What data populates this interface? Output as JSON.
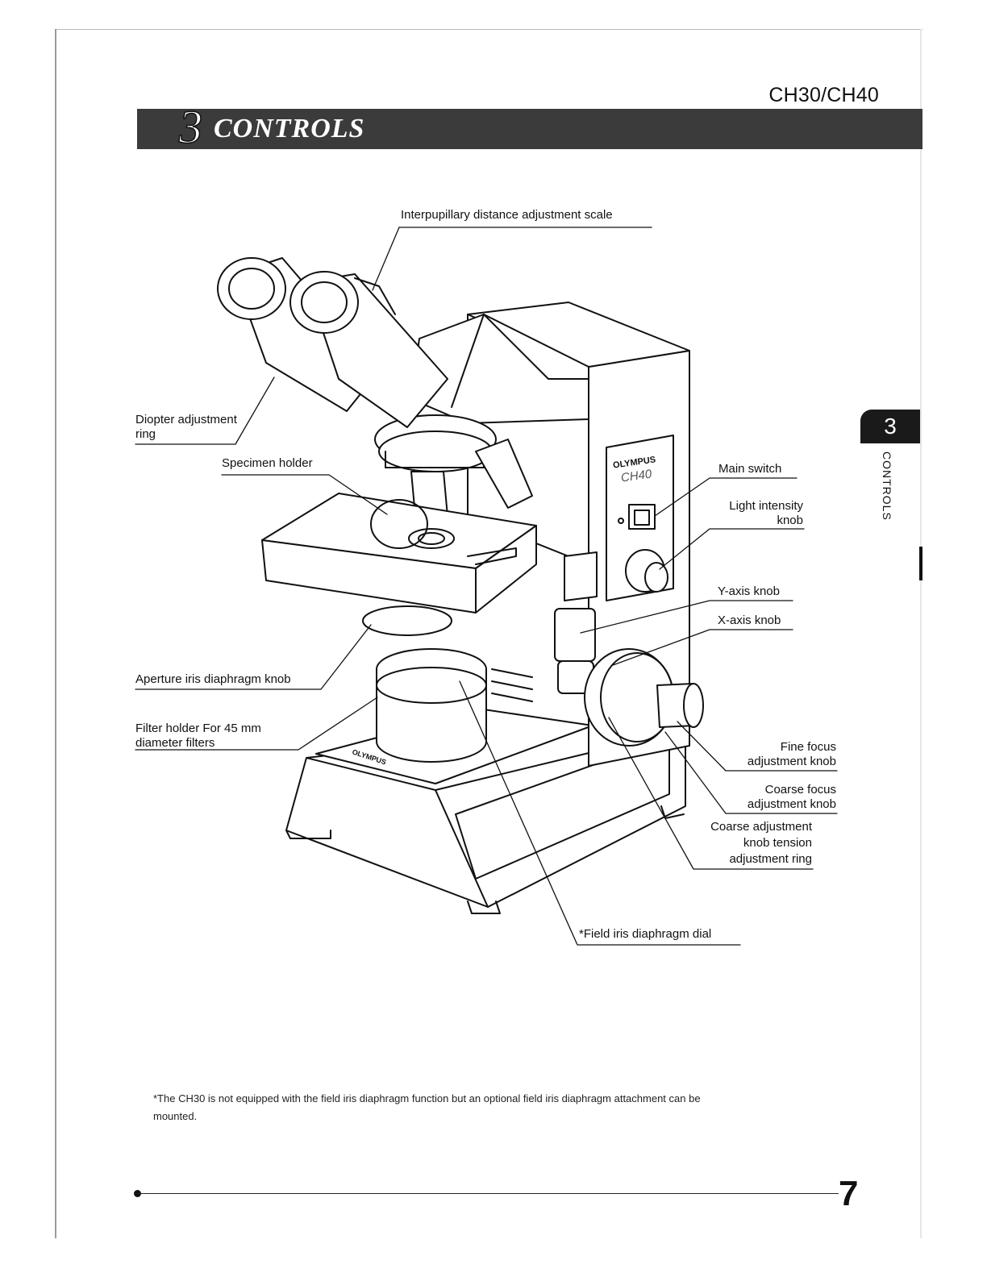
{
  "header": {
    "model": "CH30/CH40",
    "section_number": "3",
    "section_title": "CONTROLS"
  },
  "side_tab": {
    "number": "3",
    "label": "CONTROLS"
  },
  "diagram": {
    "brand": "OLYMPUS",
    "model_badge": "CH40",
    "base_brand": "OLYMPUS",
    "callouts": {
      "ipd_scale": "Interpupillary distance adjustment scale",
      "diopter": "Diopter adjustment ring",
      "specimen": "Specimen holder",
      "main_switch": "Main switch",
      "light": "Light intensity knob",
      "y_axis": "Y-axis knob",
      "x_axis": "X-axis knob",
      "aperture": "Aperture iris diaphragm knob",
      "filter": "Filter holder For 45 mm diameter filters",
      "fine": "Fine focus adjustment knob",
      "coarse": "Coarse focus adjustment knob",
      "tension": "Coarse adjustment knob tension adjustment ring",
      "field": "*Field iris diaphragm dial"
    }
  },
  "footnote": "*The CH30 is not equipped with the field iris diaphragm function but an optional field iris diaphragm attachment can be mounted.",
  "footer": {
    "page_number": "7"
  }
}
